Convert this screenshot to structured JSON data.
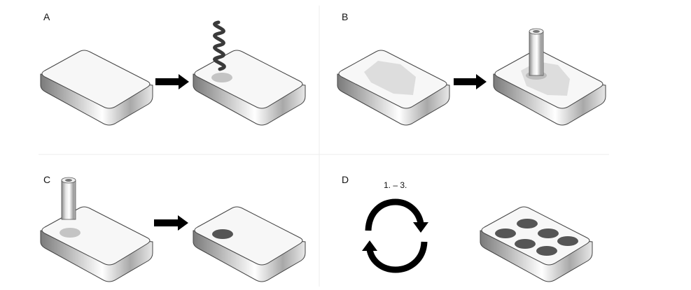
{
  "panels": [
    {
      "id": "A",
      "label": "A"
    },
    {
      "id": "B",
      "label": "B"
    },
    {
      "id": "C",
      "label": "C"
    },
    {
      "id": "D",
      "label": "D"
    }
  ],
  "cycle": {
    "label": "1. – 3."
  },
  "colors": {
    "background": "#ffffff",
    "plate_top": "#f7f7f7",
    "plate_edge": "#444444",
    "divider": "#ececec",
    "spot_light": "#c4c4c4",
    "spot_dark": "#555555",
    "smear": "#dddddd",
    "dna": "#3a3a3a",
    "arrow": "#000000"
  },
  "icons": [
    "dna-strand-icon",
    "pipette-tube-icon",
    "cycle-arrows-icon",
    "right-arrow-icon"
  ],
  "spot_array": {
    "rows": 2,
    "columns": 3
  }
}
